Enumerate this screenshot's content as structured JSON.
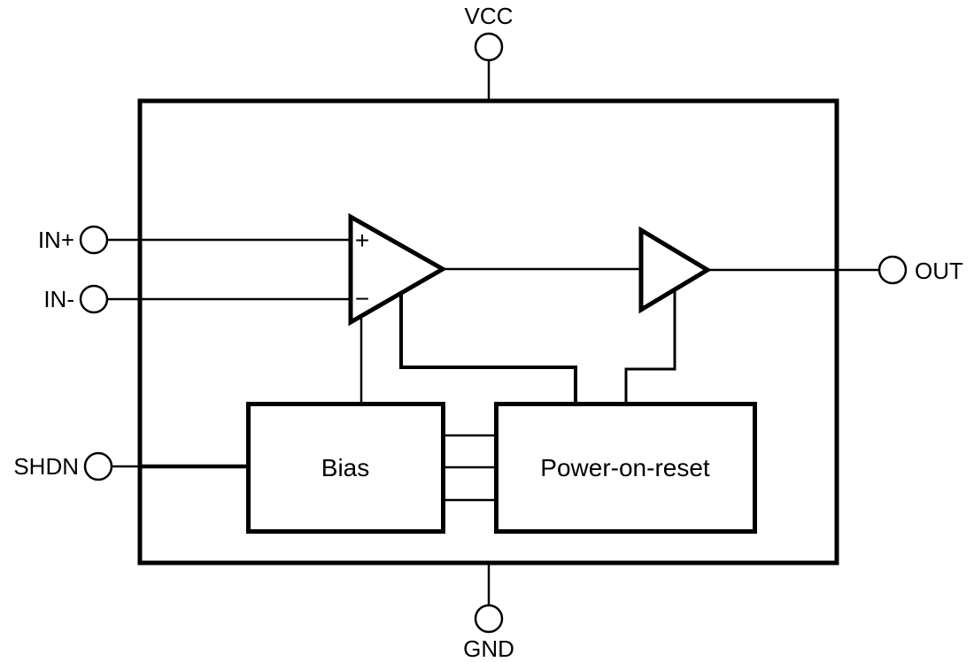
{
  "diagram": {
    "type": "ic-functional-block-diagram",
    "background_color": "#ffffff",
    "line_color": "#000000",
    "pins": {
      "vcc": {
        "label": "VCC",
        "side": "top"
      },
      "gnd": {
        "label": "GND",
        "side": "bottom"
      },
      "in_plus": {
        "label": "IN+",
        "side": "left"
      },
      "in_minus": {
        "label": "IN-",
        "side": "left"
      },
      "shdn": {
        "label": "SHDN",
        "side": "left"
      },
      "out": {
        "label": "OUT",
        "side": "right"
      }
    },
    "blocks": {
      "bias": {
        "label": "Bias"
      },
      "power_on_reset": {
        "label": "Power-on-reset"
      }
    },
    "comparator": {
      "plus_label": "+",
      "minus_label": "−"
    }
  }
}
